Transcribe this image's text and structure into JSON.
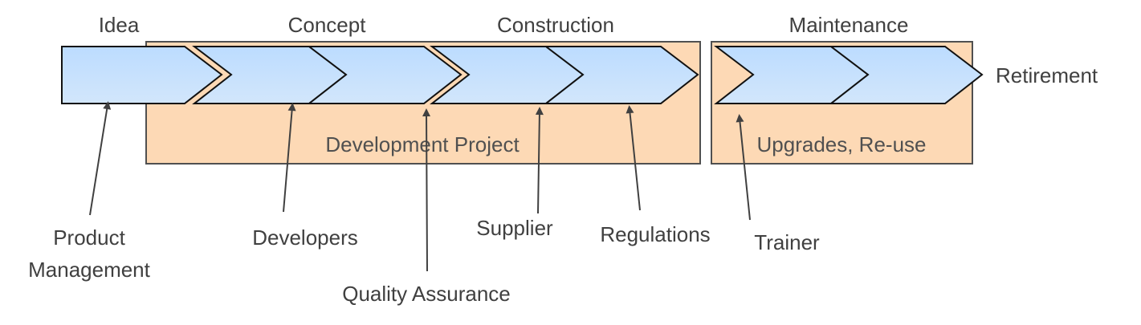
{
  "phases": {
    "idea": "Idea",
    "concept": "Concept",
    "construction": "Construction",
    "maintenance": "Maintenance",
    "retirement": "Retirement"
  },
  "boxes": {
    "development": "Development Project",
    "upgrades": "Upgrades, Re-use"
  },
  "roles": {
    "product_line1": "Product",
    "product_line2": "Management",
    "developers": "Developers",
    "quality": "Quality Assurance",
    "supplier": "Supplier",
    "regulations": "Regulations",
    "trainer": "Trainer"
  },
  "colors": {
    "box_fill": "#fdd9b5",
    "chevron_top": "#d8ecff",
    "chevron_bottom": "#a9cdf3",
    "text": "#404040"
  }
}
